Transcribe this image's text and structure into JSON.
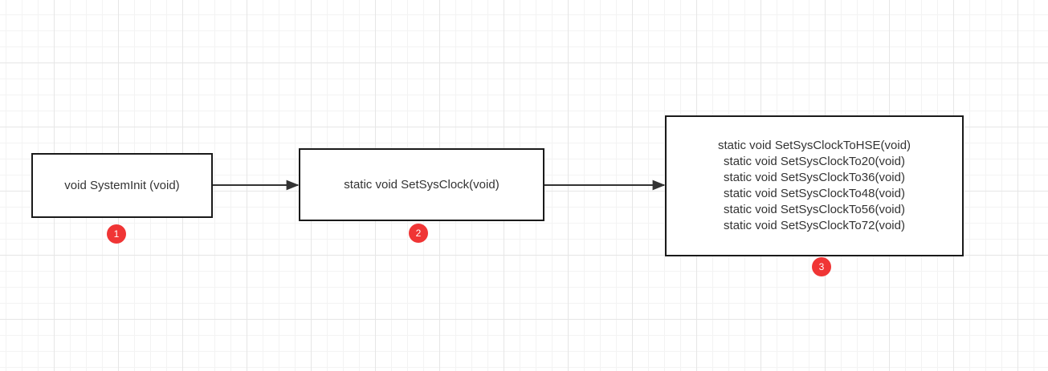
{
  "nodes": [
    {
      "id": "node1",
      "label": "void SystemInit (void)"
    },
    {
      "id": "node2",
      "label": "static void SetSysClock(void)"
    },
    {
      "id": "node3",
      "lines": [
        "static void SetSysClockToHSE(void)",
        "static void SetSysClockTo20(void)",
        "static void SetSysClockTo36(void)",
        "static void SetSysClockTo48(void)",
        "static void SetSysClockTo56(void)",
        "static void SetSysClockTo72(void)"
      ]
    }
  ],
  "badges": [
    "1",
    "2",
    "3"
  ],
  "edges": [
    {
      "from": "node1",
      "to": "node2"
    },
    {
      "from": "node2",
      "to": "node3"
    }
  ],
  "colors": {
    "badge": "#f03535",
    "border": "#1a1a1a",
    "edge": "#333333",
    "grid_major": "#e6e6e6",
    "grid_minor": "#f3f3f3"
  }
}
